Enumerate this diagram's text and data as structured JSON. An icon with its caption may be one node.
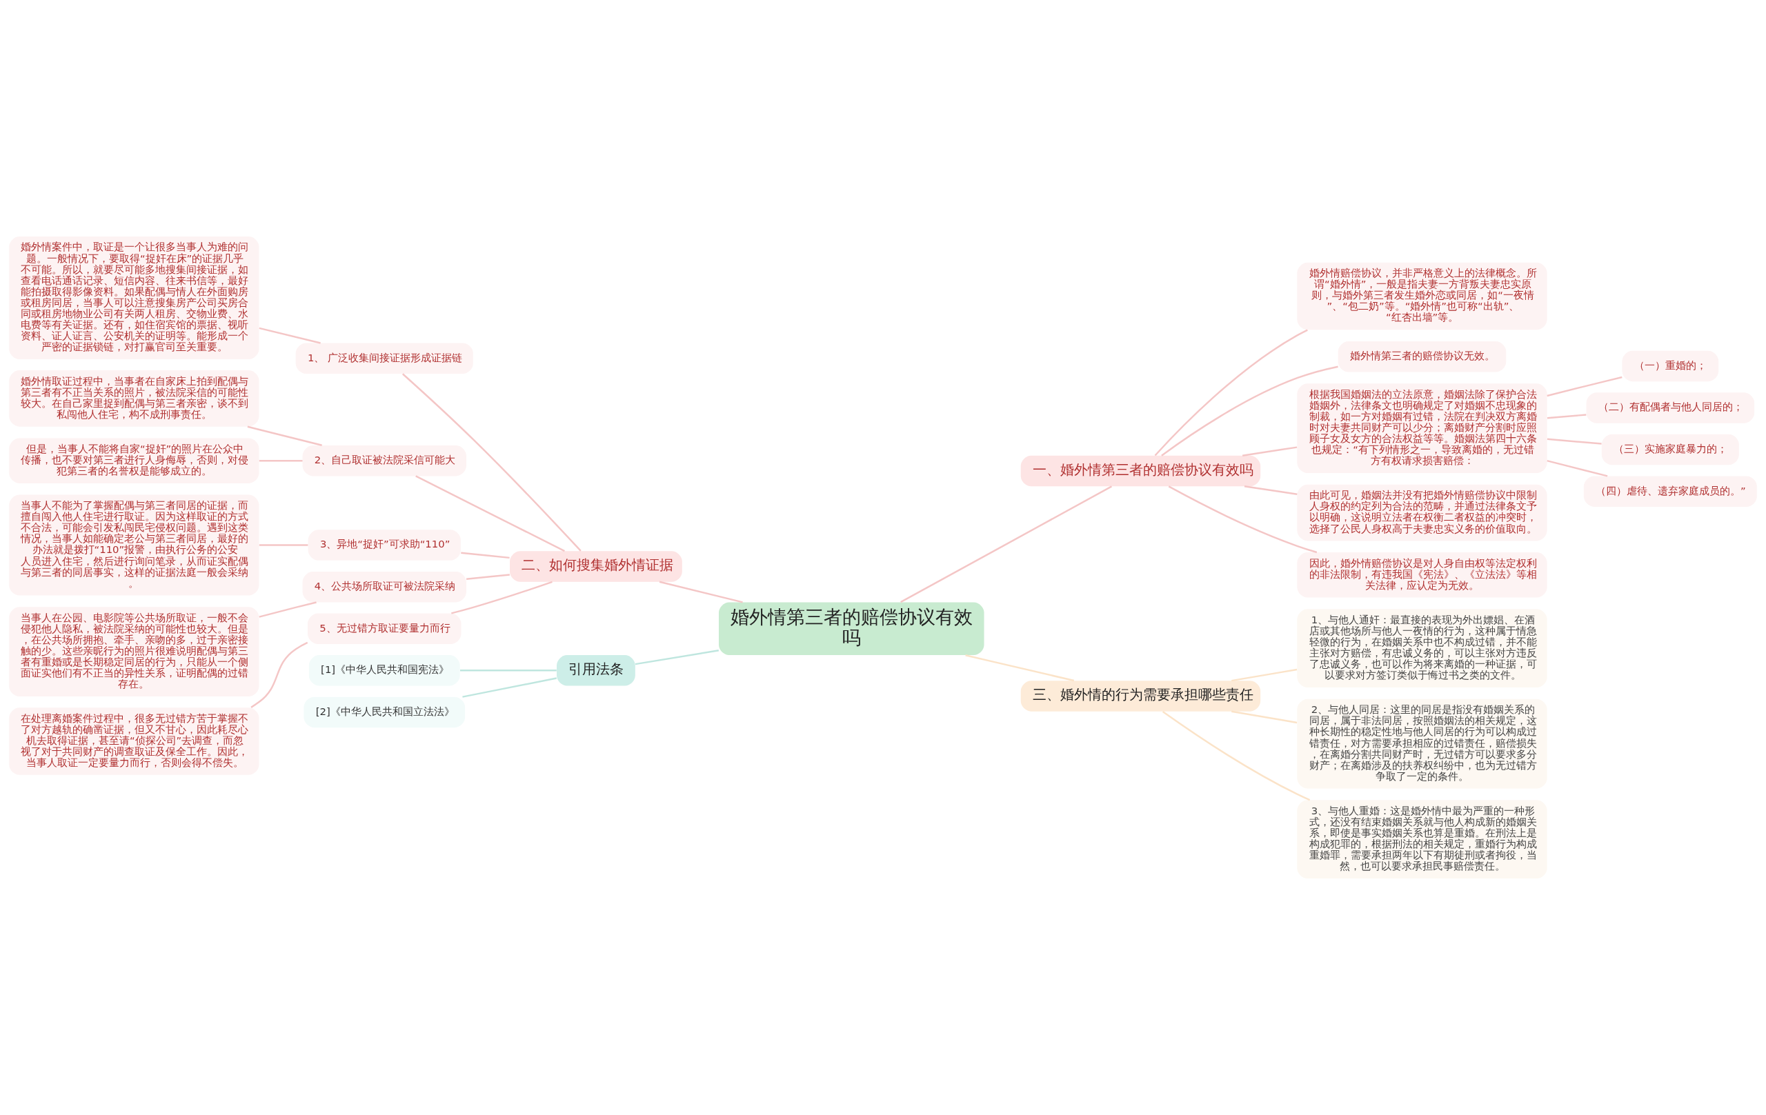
{
  "diagram": {
    "nodes": [
      {
        "text": [
          "婚外情第三者的赔偿协议有效吗"
        ]
      },
      {
        "text": [
          "一、婚外情第三者的赔偿协议有效吗"
        ]
      },
      {
        "text": [
          "婚外情赔偿协议，并非严格意义上的法律概念。所谓“婚外情”，一般是指夫妻一方背叛夫妻忠实原则，与婚外第三者发生婚外恋或同居，如“一夜情”、“包二奶”等。“婚外情”也可称“出轨”、“红杏出墙”等。"
        ]
      },
      {
        "text": [
          "婚外情第三者的赔偿协议无效。"
        ]
      },
      {
        "text": [
          "根据我国婚姻法的立法原意，婚姻法除了保护合法婚姻外，法律条文也明确规定了对婚姻不忠现象的制裁，如一方对婚姻有过错，法院在判决双方离婚时对夫妻共同财产可以少分；离婚财产分割时应照顾子女及女方的合法权益等等。婚姻法第四十六条也规定：“有下列情形之一，导致离婚的，无过错方有权请求损害赔偿："
        ]
      },
      {
        "text": [
          "（一）重婚的；"
        ]
      },
      {
        "text": [
          "（二）有配偶者与他人同居的；"
        ]
      },
      {
        "text": [
          "（三）实施家庭暴力的；"
        ]
      },
      {
        "text": [
          "（四）虐待、遗弃家庭成员的。”"
        ]
      },
      {
        "text": [
          "由此可见，婚姻法并没有把婚外情赔偿协议中限制人身权的约定列为合法的范畴，并通过法律条文予以明确，这说明立法者在权衡二者权益的冲突时，选择了公民人身权高于夫妻忠实义务的价值取向。"
        ]
      },
      {
        "text": [
          "因此，婚外情赔偿协议是对人身自由权等法定权利的非法限制，有违我国《宪法》、《立法法》等相关法律，应认定为无效。"
        ]
      },
      {
        "text": [
          "二、如何搜集婚外情证据"
        ]
      },
      {
        "text": [
          "1、 广泛收集间接证据形成证据链"
        ]
      },
      {
        "text": [
          "婚外情案件中，取证是一个让很多当事人为难的问题。一般情况下，要取得“捉奸在床”的证据几乎不可能。所以，就要尽可能多地搜集间接证据，如查看电话通话记录、短信内容、往来书信等，最好能拍摄取得影像资料。如果配偶与情人在外面购房或租房同居，当事人可以注意搜集房产公司买房合同或租房地物业公司有关两人租房、交物业费、水电费等有关证据。还有，如住宿宾馆的票据、视听资料、证人证言、公安机关的证明等。能形成一个严密的证据锁链，对打赢官司至关重要。"
        ]
      },
      {
        "text": [
          "2、自己取证被法院采信可能大"
        ]
      },
      {
        "text": [
          "婚外情取证过程中，当事者在自家床上拍到配偶与第三者有不正当关系的照片，被法院采信的可能性较大。在自己家里捉到配偶与第三者亲密，谈不到私闯他人住宅，构不成刑事责任。"
        ]
      },
      {
        "text": [
          "但是，当事人不能将自家“捉奸”的照片在公众中传播，也不要对第三者进行人身侮辱，否则，对侵犯第三者的名誉权是能够成立的。"
        ]
      },
      {
        "text": [
          "3、异地“捉奸”可求助“110”"
        ]
      },
      {
        "text": [
          "当事人不能为了掌握配偶与第三者同居的证据，而擅自闯入他人住宅进行取证。因为这样取证的方式不合法，可能会引发私闯民宅侵权问题。遇到这类情况，当事人如能确定老公与第三者同居，最好的办法就是拨打“110”报警，由执行公务的公安人员进入住宅，然后进行询问笔录，从而证实配偶与第三者的同居事实，这样的证据法庭一般会采纳。"
        ]
      },
      {
        "text": [
          "4、公共场所取证可被法院采纳"
        ]
      },
      {
        "text": [
          "当事人在公园、电影院等公共场所取证，一般不会侵犯他人隐私，被法院采纳的可能性也较大。但是，在公共场所拥抱、牵手、亲吻的多，过于亲密接触的少。这些亲昵行为的照片很难说明配偶与第三者有重婚或是长期稳定同居的行为，只能从一个侧面证实他们有不正当的异性关系，证明配偶的过错存在。"
        ]
      },
      {
        "text": [
          "5、无过错方取证要量力而行"
        ]
      },
      {
        "text": [
          "在处理离婚案件过程中，很多无过错方苦于掌握不了对方越轨的确凿证据，但又不甘心，因此耗尽心机去取得证据，甚至请“侦探公司”去调查，而忽视了对于共同财产的调查取证及保全工作。因此，当事人取证一定要量力而行，否则会得不偿失。"
        ]
      },
      {
        "text": [
          "三、婚外情的行为需要承担哪些责任"
        ]
      },
      {
        "text": [
          "1、与他人通奸：最直接的表现为外出嫖娼、在酒店或其他场所与他人一夜情的行为，这种属于情急轻微的行为，在婚姻关系中也不构成过错，并不能主张对方赔偿，有忠诚义务的，可以主张对方违反了忠诚义务，也可以作为将来离婚的一种证据，可以要求对方签订类似于悔过书之类的文件。"
        ]
      },
      {
        "text": [
          "2、与他人同居：这里的同居是指没有婚姻关系的同居，属于非法同居，按照婚姻法的相关规定，这种长期性的稳定性地与他人同居的行为可以构成过错责任，对方需要承担相应的过错责任，赔偿损失，在离婚分割共同财产时，无过错方可以要求多分财产；在离婚涉及的扶养权纠纷中，也为无过错方争取了一定的条件。"
        ]
      },
      {
        "text": [
          "3、与他人重婚：这是婚外情中最为严重的一种形式，还没有结束婚姻关系就与他人构成新的婚姻关系，即使是事实婚姻关系也算是重婚。在刑法上是构成犯罪的，根据刑法的相关规定，重婚行为构成重婚罪，需要承担两年以下有期徒刑或者拘役，当然，也可以要求承担民事赔偿责任。"
        ]
      },
      {
        "text": [
          "引用法条"
        ]
      },
      {
        "text": [
          "[1]《中华人民共和国宪法》"
        ]
      },
      {
        "text": [
          "[2]《中华人民共和国立法法》"
        ]
      }
    ],
    "edges": [
      {
        "from": 0,
        "to": 1,
        "arrow": "none"
      },
      {
        "from": 1,
        "to": 2,
        "arrow": "none"
      },
      {
        "from": 1,
        "to": 3,
        "arrow": "none"
      },
      {
        "from": 1,
        "to": 4,
        "arrow": "none"
      },
      {
        "from": 4,
        "to": 5,
        "arrow": "none"
      },
      {
        "from": 4,
        "to": 6,
        "arrow": "none"
      },
      {
        "from": 4,
        "to": 7,
        "arrow": "none"
      },
      {
        "from": 4,
        "to": 8,
        "arrow": "none"
      },
      {
        "from": 1,
        "to": 9,
        "arrow": "none"
      },
      {
        "from": 1,
        "to": 10,
        "arrow": "none"
      },
      {
        "from": 0,
        "to": 11,
        "arrow": "none"
      },
      {
        "from": 11,
        "to": 12,
        "arrow": "none"
      },
      {
        "from": 12,
        "to": 13,
        "arrow": "none"
      },
      {
        "from": 11,
        "to": 14,
        "arrow": "none"
      },
      {
        "from": 14,
        "to": 15,
        "arrow": "none"
      },
      {
        "from": 14,
        "to": 16,
        "arrow": "none"
      },
      {
        "from": 11,
        "to": 17,
        "arrow": "none"
      },
      {
        "from": 17,
        "to": 18,
        "arrow": "none"
      },
      {
        "from": 11,
        "to": 19,
        "arrow": "none"
      },
      {
        "from": 19,
        "to": 20,
        "arrow": "none"
      },
      {
        "from": 11,
        "to": 21,
        "arrow": "none"
      },
      {
        "from": 21,
        "to": 22,
        "arrow": "none"
      },
      {
        "from": 0,
        "to": 23,
        "arrow": "none",
        "color": "#fbe3c8"
      },
      {
        "from": 23,
        "to": 24,
        "arrow": "none",
        "color": "#fbe3c8"
      },
      {
        "from": 23,
        "to": 25,
        "arrow": "none",
        "color": "#fbe3c8"
      },
      {
        "from": 23,
        "to": 26,
        "arrow": "none",
        "color": "#fbe3c8"
      },
      {
        "from": 0,
        "to": 27,
        "arrow": "none",
        "color": "#bfe6df"
      },
      {
        "from": 27,
        "to": 28,
        "arrow": "none",
        "color": "#bfe6df"
      },
      {
        "from": 27,
        "to": 29,
        "arrow": "none",
        "color": "#bfe6df"
      }
    ]
  }
}
